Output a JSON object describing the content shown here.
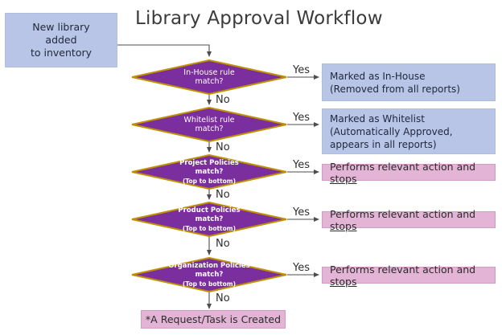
{
  "diagram": {
    "title": "Library Approval Workflow",
    "start_box": {
      "line1": "New library",
      "line2": "added",
      "line3": "to inventory"
    },
    "yes_label": "Yes",
    "no_label": "No",
    "final_box": "*A Request/Task is Created",
    "steps": [
      {
        "decision_line1": "In-House rule",
        "decision_line2": "match?",
        "decision_line3": "",
        "outcome_kind": "blue",
        "outcome_line1": "Marked as In-House",
        "outcome_line2": "(Removed from all reports)",
        "outcome_line3": ""
      },
      {
        "decision_line1": "Whitelist rule",
        "decision_line2": "match?",
        "decision_line3": "",
        "outcome_kind": "blue",
        "outcome_line1": "Marked as Whitelist",
        "outcome_line2": "(Automatically Approved,",
        "outcome_line3": "appears in all reports)"
      },
      {
        "decision_line1": "Project Policies",
        "decision_line2": "match?",
        "decision_line3": "(Top to bottom)",
        "outcome_kind": "pink",
        "outcome_text_a": "Performs relevant action and ",
        "outcome_text_b": "stops"
      },
      {
        "decision_line1": "Product Policies",
        "decision_line2": "match?",
        "decision_line3": "(Top to bottom)",
        "outcome_kind": "pink",
        "outcome_text_a": "Performs relevant action and ",
        "outcome_text_b": "stops"
      },
      {
        "decision_line1": "Organization Policies",
        "decision_line2": "match?",
        "decision_line3": "(Top to bottom)",
        "outcome_kind": "pink",
        "outcome_text_a": "Performs relevant action and ",
        "outcome_text_b": "stops"
      }
    ],
    "colors": {
      "diamond_fill": "#7b2e9d",
      "diamond_border": "#bf9000",
      "blue_box": "#b9c5e6",
      "pink_box": "#e3b4d5",
      "connector": "#4d4d4d",
      "title_text": "#3b3b3b"
    }
  }
}
